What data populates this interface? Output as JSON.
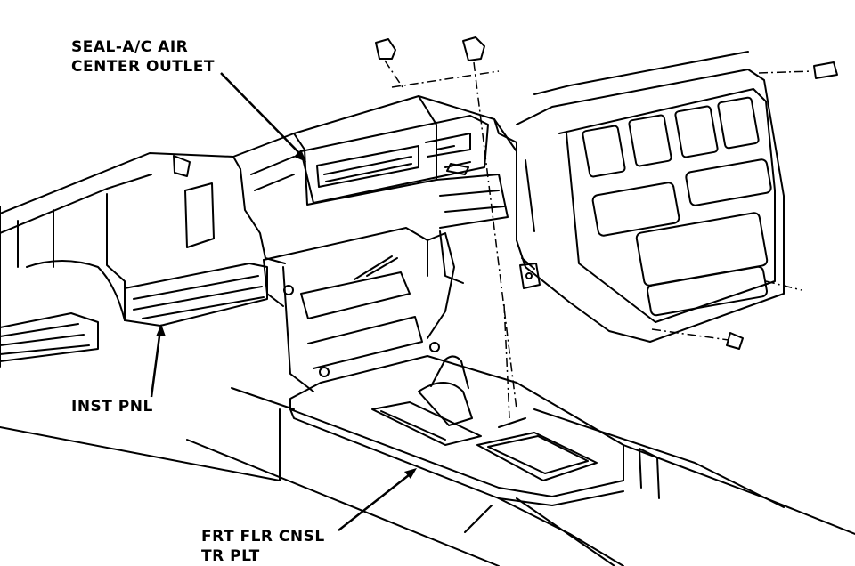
{
  "labels": {
    "seal": {
      "line1": "SEAL-A/C AIR",
      "line2": "CENTER OUTLET"
    },
    "inst_pnl": {
      "line1": "INST PNL"
    },
    "console": {
      "line1": "FRT FLR CNSL",
      "line2": "TR PLT"
    }
  },
  "colors": {
    "ink": "#000000",
    "paper": "#ffffff"
  }
}
